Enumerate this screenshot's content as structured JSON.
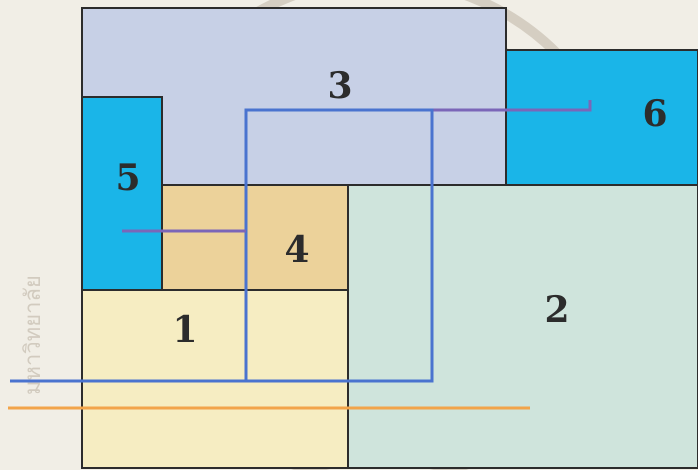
{
  "diagram": {
    "regions": [
      {
        "id": "1",
        "label": "1",
        "fill": "#f6edc2"
      },
      {
        "id": "2",
        "label": "2",
        "fill": "#cfe4dc"
      },
      {
        "id": "3",
        "label": "3",
        "fill": "#c7d0e6"
      },
      {
        "id": "4",
        "label": "4",
        "fill": "#ecd29a"
      },
      {
        "id": "5",
        "label": "5",
        "fill": "#1ab5e8"
      },
      {
        "id": "6",
        "label": "6",
        "fill": "#1ab5e8"
      }
    ],
    "lines": [
      {
        "id": "blue-line",
        "color": "#4a73cf"
      },
      {
        "id": "orange-line",
        "color": "#f2a44a"
      },
      {
        "id": "purple-line",
        "color": "#7b66b8"
      }
    ],
    "watermark": {
      "text": "มหาวิทยาลัย",
      "color": "#d2cbbf"
    },
    "outline_color": "#2c2c2c"
  }
}
